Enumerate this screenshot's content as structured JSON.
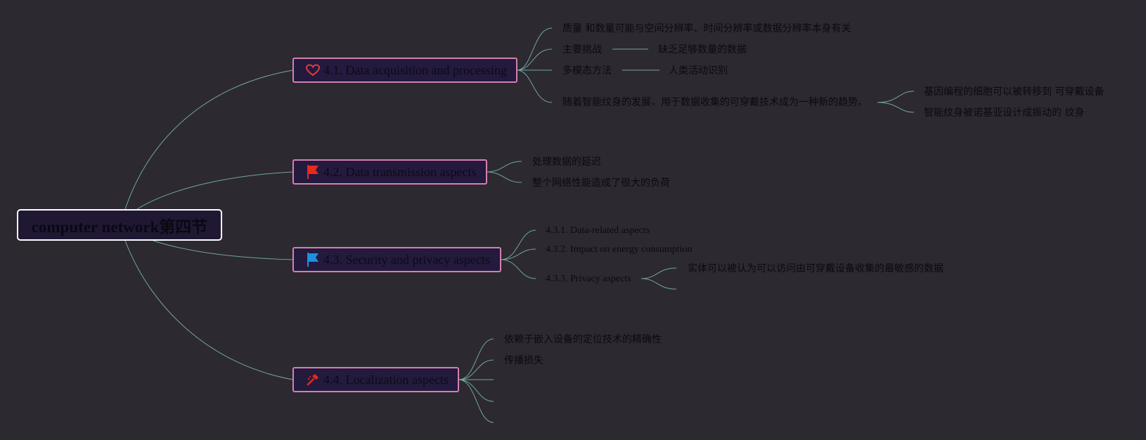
{
  "root": {
    "title": "computer network第四节"
  },
  "topics": [
    {
      "label": "4.1. Data acquisition and processing",
      "icon": "heart-icon",
      "children": [
        "质量 和数量可能与空间分辨率、时间分辨率或数据分辨率本身有关",
        "主要挑战",
        "缺乏足够数量的数据",
        "多模态方法",
        "人类活动识别",
        "随着智能纹身的发展，用于数据收集的可穿戴技术成为一种新的趋势。",
        "基因编程的细胞可以被转移到 可穿戴设备",
        "智能纹身被诺基亚设计成振动的 纹身"
      ]
    },
    {
      "label": "4.2. Data transmission aspects",
      "icon": "red-flag-icon",
      "children": [
        "处理数据的延迟",
        "整个网络性能造成了很大的负荷"
      ]
    },
    {
      "label": "4.3. Security and privacy aspects",
      "icon": "blue-flag-icon",
      "children": [
        "4.3.1. Data-related aspects",
        "4.3.2. Impact on energy consumption",
        "4.3.3. Privacy aspects",
        "实体可以被认为可以访问由可穿戴设备收集的最敏感的数据"
      ]
    },
    {
      "label": "4.4. Localization aspects",
      "icon": "hammer-icon",
      "children": [
        "依赖于嵌入设备的定位技术的精确性",
        "传播损失"
      ]
    }
  ],
  "colors": {
    "background": "#2d2931",
    "connector": "#6fa79f",
    "topic_border": "#d77fb0",
    "root_border": "#ffffff"
  }
}
